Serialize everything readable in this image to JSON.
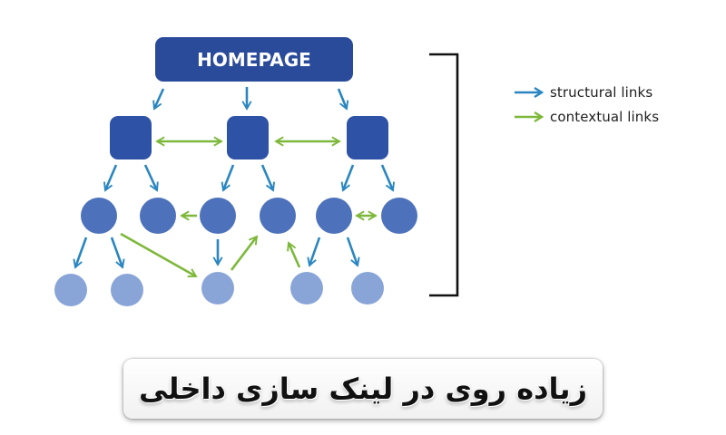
{
  "diagram": {
    "root_label": "HOMEPAGE",
    "colors": {
      "root": "#2a4a9a",
      "level1": "#2e52a6",
      "level2": "#4d72bb",
      "level3": "#89a5d8",
      "structural": "#2a86c0",
      "contextual": "#7db83a",
      "bracket": "#111111"
    },
    "levels": {
      "level1_count": 3,
      "level2_count": 6,
      "level3_count": 5
    }
  },
  "legend": {
    "items": [
      {
        "label": "structural links",
        "color": "#2a86c0"
      },
      {
        "label": "contextual links",
        "color": "#7db83a"
      }
    ]
  },
  "title": {
    "text": "زیاده روی در لینک سازی داخلی"
  }
}
